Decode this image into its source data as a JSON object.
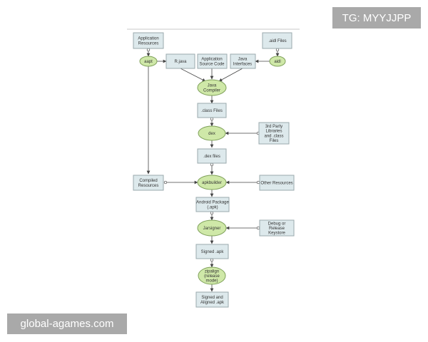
{
  "overlay": {
    "tag": "TG: MYYJJPP",
    "site": "global-agames.com"
  },
  "diagram": {
    "nodes": {
      "app_resources": "Application\nResources",
      "aidl_files": ".aidl Files",
      "aapt": "aapt",
      "r_java": "R.java",
      "app_source": "Application\nSource Code",
      "java_interfaces": "Java\nInterfaces",
      "aidl": "aidl",
      "java_compiler": "Java\nCompiler",
      "class_files": ".class Files",
      "dex": "dex",
      "third_party": "3rd Party\nLibraries\nand .class\nFiles",
      "dex_files": ".dex files",
      "compiled_resources": "Compiled\nResources",
      "apkbuilder": "apkbuilder",
      "other_resources": "Other Resources",
      "android_package": "Android Package\n(.apk)",
      "jarsigner": "Jarsigner",
      "keystore": "Debug or\nRelease\nKeystore",
      "signed_apk": "Signed .apk",
      "zipalign": "zipalign\n(release\nmode)",
      "signed_aligned": "Signed and\nAligned .apk"
    }
  }
}
